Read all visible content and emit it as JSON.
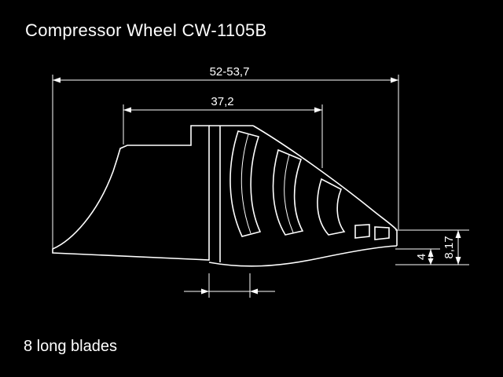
{
  "title": "Compressor Wheel CW-1105B",
  "note": "8 long blades",
  "dimensions": {
    "total_length": "52-53,7",
    "hub_length": "37,2",
    "exducer_blade_height": "8,17",
    "tip_width": "4"
  },
  "colors": {
    "background": "#000000",
    "line": "#ffffff"
  }
}
